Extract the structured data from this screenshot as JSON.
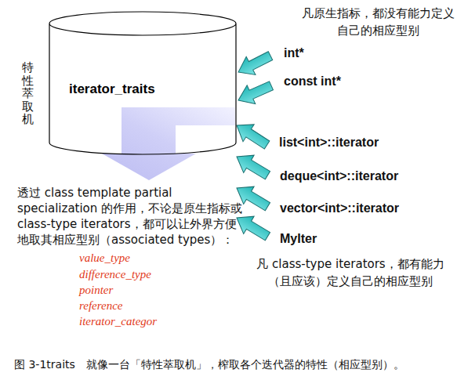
{
  "diagram": {
    "caption": "图 3-1traits　就像一台「特性萃取机」，榨取各个迭代器的特性（相应型别）。",
    "nodes": [
      {
        "text": [
          "iterator_traits"
        ]
      }
    ],
    "labels": [
      "凡原生指标，都没有能力定义自己的相应型别",
      "特性萃取机",
      "int*",
      "const int*",
      "list<int>::iterator",
      "deque<int>::iterator",
      "vector<int>::iterator",
      "MyIter",
      "透过 class template partial specialization 的作用，不论是原生指标或 class-type iterators，都可以让外界方便地取其相应型别（associated types）：",
      "value_type",
      "difference_type",
      "pointer",
      "reference",
      "iterator_categor",
      "凡 class-type iterators，都有能力（且应该）定义自己的相应型别"
    ]
  }
}
